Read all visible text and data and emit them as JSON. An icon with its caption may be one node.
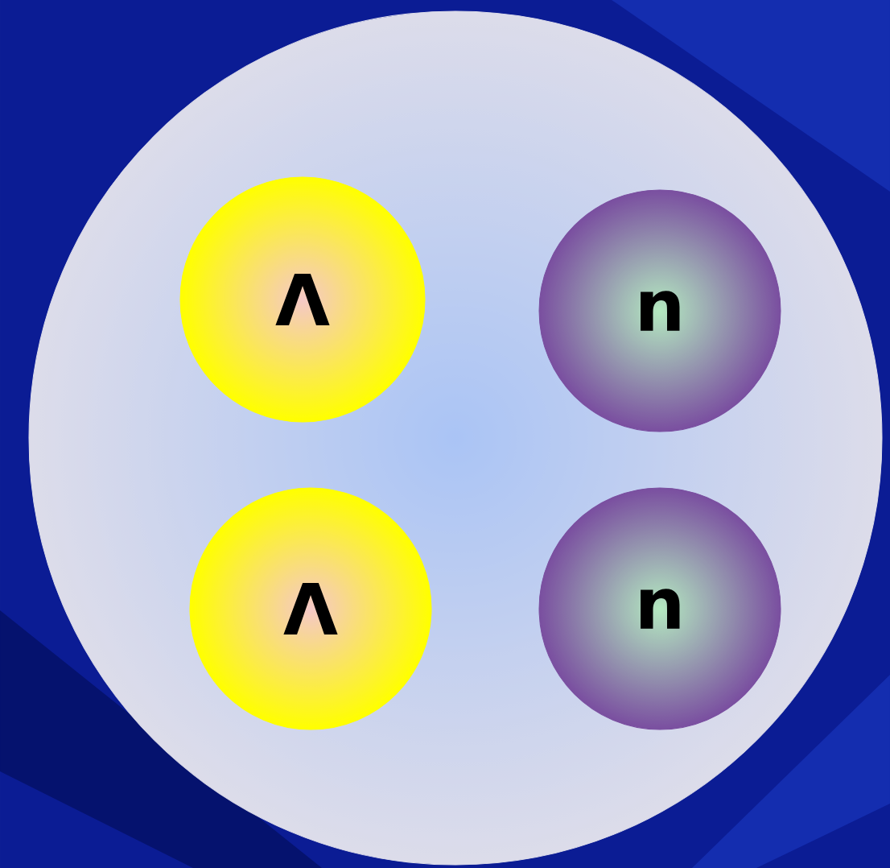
{
  "diagram": {
    "nodes": [
      {
        "text": [],
        "shape": "circle"
      },
      {
        "text": [
          "Λ"
        ],
        "in": 0
      },
      {
        "text": [
          "n"
        ],
        "in": 0
      },
      {
        "text": [
          "Λ"
        ],
        "in": 0
      },
      {
        "text": [
          "n"
        ],
        "in": 0
      }
    ],
    "edges": []
  }
}
